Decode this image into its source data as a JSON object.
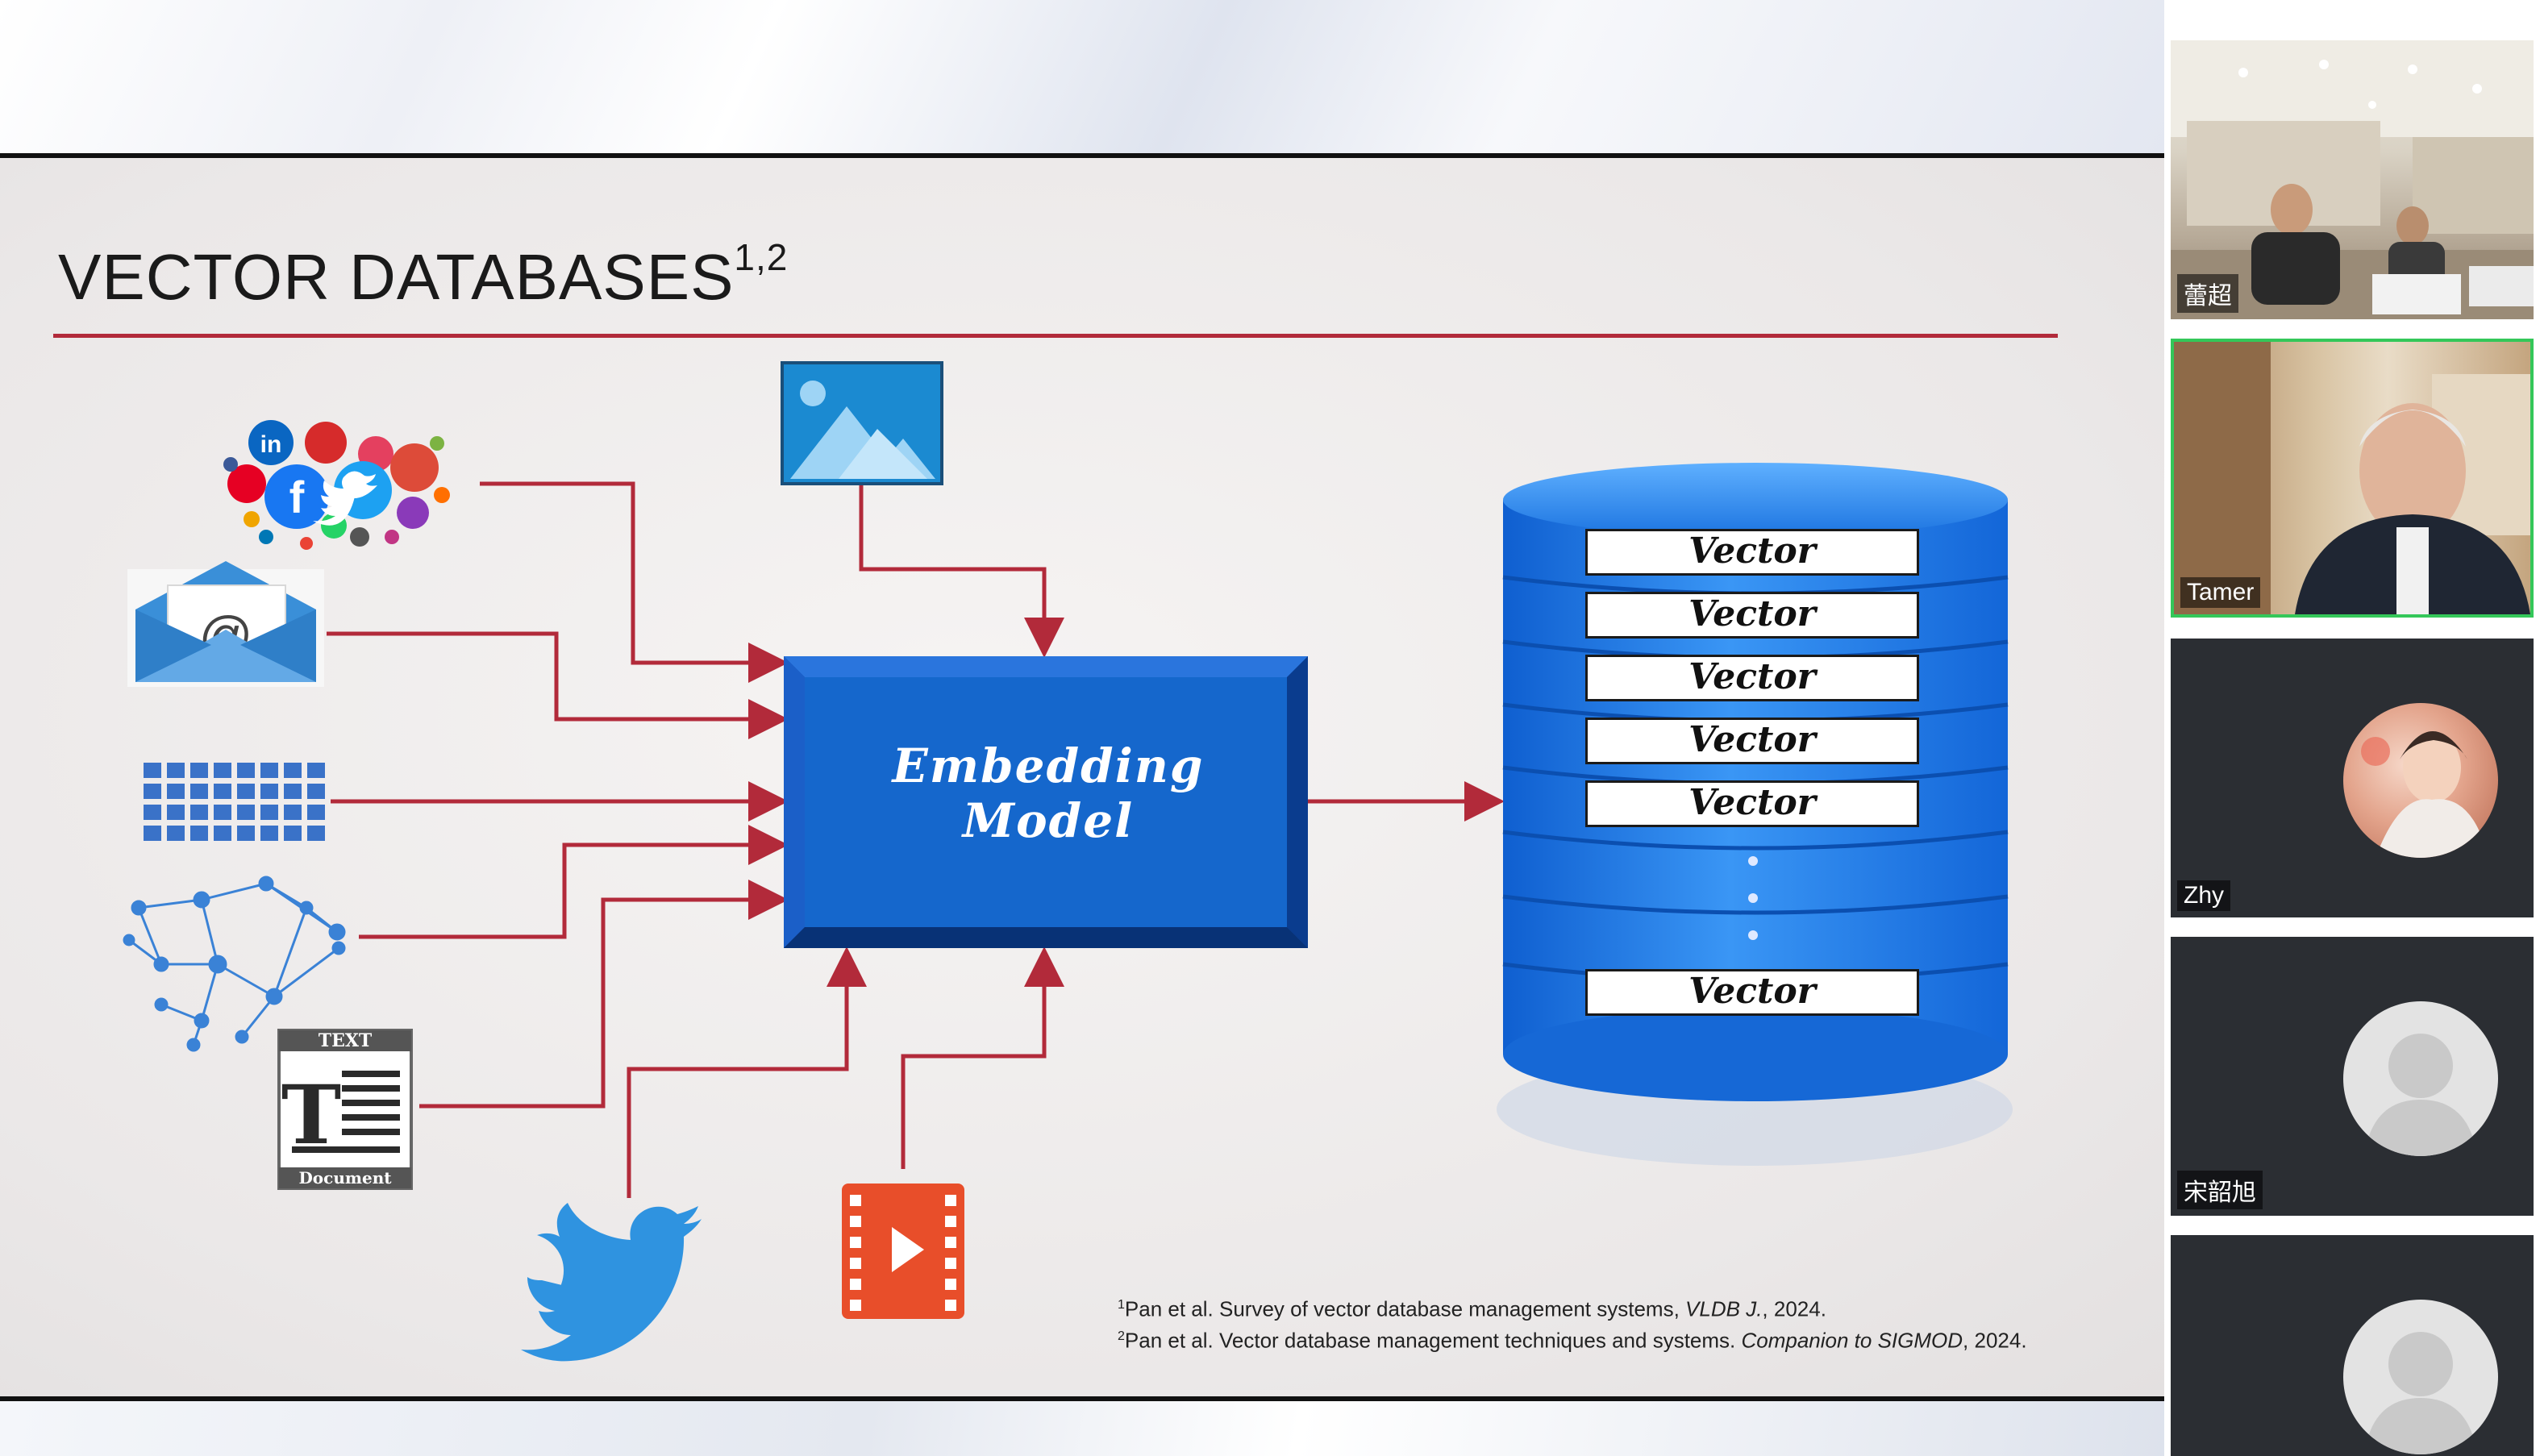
{
  "slide": {
    "title": "VECTOR DATABASES",
    "title_superscript": "1,2",
    "model_label_line1": "Embedding",
    "model_label_line2": "Model",
    "vector_labels": [
      "Vector",
      "Vector",
      "Vector",
      "Vector",
      "Vector",
      "Vector"
    ],
    "text_doc_top": "TEXT",
    "text_doc_letter": "T",
    "text_doc_bottom": "Document",
    "email_symbol": "@",
    "references": [
      {
        "sup": "1",
        "prefix": "Pan et al. Survey of vector database management systems, ",
        "venue": "VLDB J.",
        "suffix": ", 2024."
      },
      {
        "sup": "2",
        "prefix": "Pan et al. Vector database management techniques and systems. ",
        "venue": "Companion to SIGMOD",
        "suffix": ", 2024."
      }
    ],
    "colors": {
      "accent_red": "#b22a3a",
      "model_blue": "#1565c8",
      "db_blue": "#1e7ae6"
    }
  },
  "participants": [
    {
      "name": "蕾超",
      "type": "video"
    },
    {
      "name": "Tamer",
      "type": "video",
      "active_speaker": true
    },
    {
      "name": "Zhy",
      "type": "avatar"
    },
    {
      "name": "宋韶旭",
      "type": "avatar-placeholder"
    },
    {
      "name": "",
      "type": "avatar-placeholder"
    }
  ]
}
